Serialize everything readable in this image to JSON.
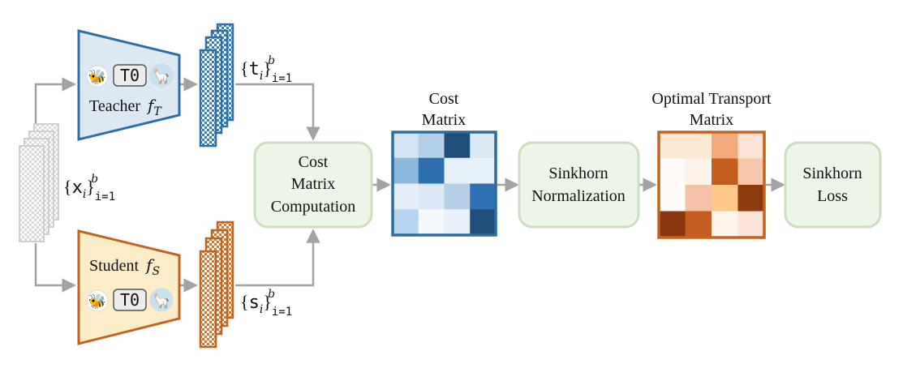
{
  "teacher": {
    "label": "Teacher",
    "symbol": "f",
    "subscript": "T",
    "badge": "T0",
    "border": "#2f6ea5",
    "fill": "#dce8f4"
  },
  "student": {
    "label": "Student",
    "symbol": "f",
    "subscript": "S",
    "badge": "T0",
    "border": "#c0651f",
    "fill": "#fdecc8"
  },
  "inputs": {
    "var": "x",
    "sub": "i",
    "range": "i=1",
    "sup": "b"
  },
  "teacher_out": {
    "var": "t",
    "sub": "i",
    "range": "i=1",
    "sup": "b"
  },
  "student_out": {
    "var": "s",
    "sub": "i",
    "range": "i=1",
    "sup": "b"
  },
  "cost_computation": {
    "lines": [
      "Cost",
      "Matrix",
      "Computation"
    ]
  },
  "cost_matrix": {
    "title_lines": [
      "Cost",
      "Matrix"
    ],
    "border": "#2e6b9e",
    "cells": [
      [
        "#d3e4f2",
        "#b2cfe7",
        "#1f4e79",
        "#dce9f5"
      ],
      [
        "#8db8dd",
        "#2d6faf",
        "#e6f0f9",
        "#e6f0f9"
      ],
      [
        "#e3eef8",
        "#dbe8f5",
        "#b6d0e8",
        "#2f72b3"
      ],
      [
        "#b6d5ef",
        "#f3f8fc",
        "#e8f1f9",
        "#1f4e79"
      ]
    ]
  },
  "sinkhorn_norm": {
    "lines": [
      "Sinkhorn",
      "Normalization"
    ]
  },
  "ot_matrix": {
    "title_lines": [
      "Optimal Transport",
      "Matrix"
    ],
    "border": "#c0651f",
    "cells": [
      [
        "#fde9d2",
        "#fde9d2",
        "#f0aa7c",
        "#fbe3d7"
      ],
      [
        "#fefaf8",
        "#fdf3ea",
        "#c55d1e",
        "#f8c9ad"
      ],
      [
        "#fefaf8",
        "#f6c2a6",
        "#fdc88a",
        "#8c3a0e"
      ],
      [
        "#8a3610",
        "#c45d20",
        "#fff5ea",
        "#fbe3d7"
      ]
    ]
  },
  "sinkhorn_loss": {
    "lines": [
      "Sinkhorn",
      "Loss"
    ]
  },
  "icons": [
    "bee-icon",
    "llama-icon"
  ]
}
